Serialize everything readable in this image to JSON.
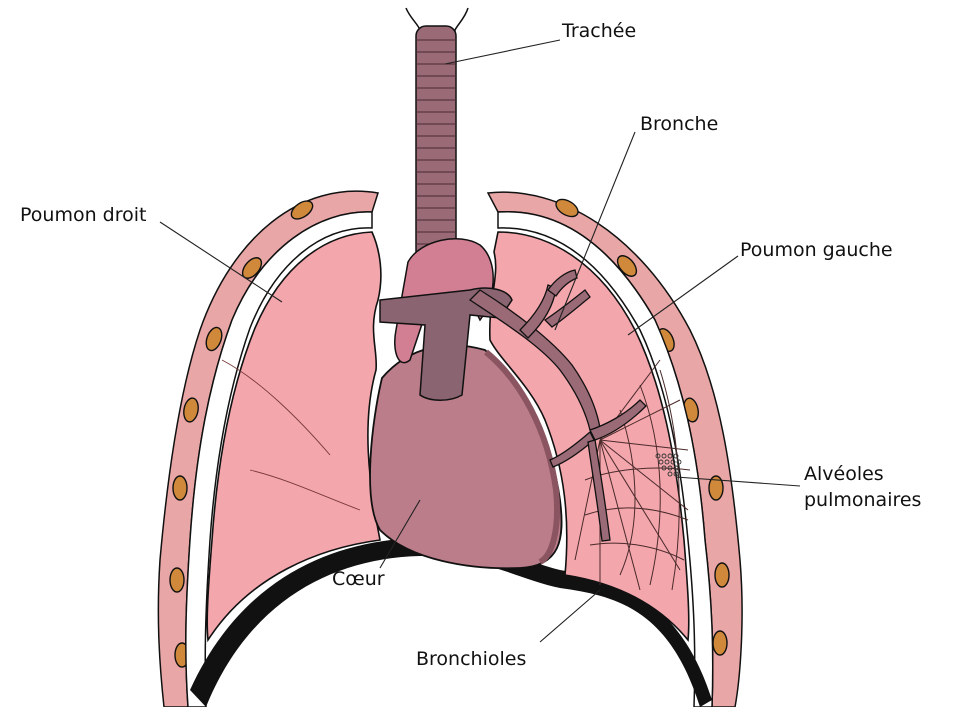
{
  "diagram": {
    "colors": {
      "lung_fill": "#f4a6ad",
      "lung_stroke": "#7d3b3f",
      "pleura": "#ffffff",
      "chest_wall": "#e8a6a6",
      "rib": "#d0893a",
      "heart_body": "#bb7d89",
      "heart_dark": "#8a5560",
      "vessel": "#8a6470",
      "vessel_light": "#d27f93",
      "trachea": "#9a6a77",
      "diaphragm": "#111111"
    },
    "labels": {
      "trachea": "Trachée",
      "bronchus": "Bronche",
      "right_lung": "Poumon droit",
      "left_lung": "Poumon gauche",
      "alveoli_line1": "Alvéoles",
      "alveoli_line2": "pulmonaires",
      "heart": "Cœur",
      "bronchioles": "Bronchioles"
    }
  }
}
